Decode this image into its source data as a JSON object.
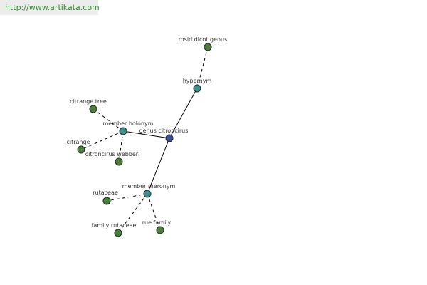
{
  "header": {
    "url": "http://www.artikata.com"
  },
  "graph": {
    "center": {
      "label": "genus citroncirus"
    },
    "hypernym": {
      "label": "hypernym"
    },
    "member_holonym": {
      "label": "member holonym"
    },
    "member_meronym": {
      "label": "member meronym"
    },
    "rosid_dicot_genus": {
      "label": "rosid dicot genus"
    },
    "citrange_tree": {
      "label": "citrange tree"
    },
    "citrange": {
      "label": "citrange"
    },
    "citroncirus_webberi": {
      "label": "citroncirus webberi"
    },
    "rutaceae": {
      "label": "rutaceae"
    },
    "family_rutaceae": {
      "label": "family rutaceae"
    },
    "rue_family": {
      "label": "rue family"
    },
    "colors": {
      "leaf": "#4a7f3e",
      "relation": "#3f8f8f",
      "center": "#3b4f91",
      "url_text": "#2e8b2e"
    }
  }
}
